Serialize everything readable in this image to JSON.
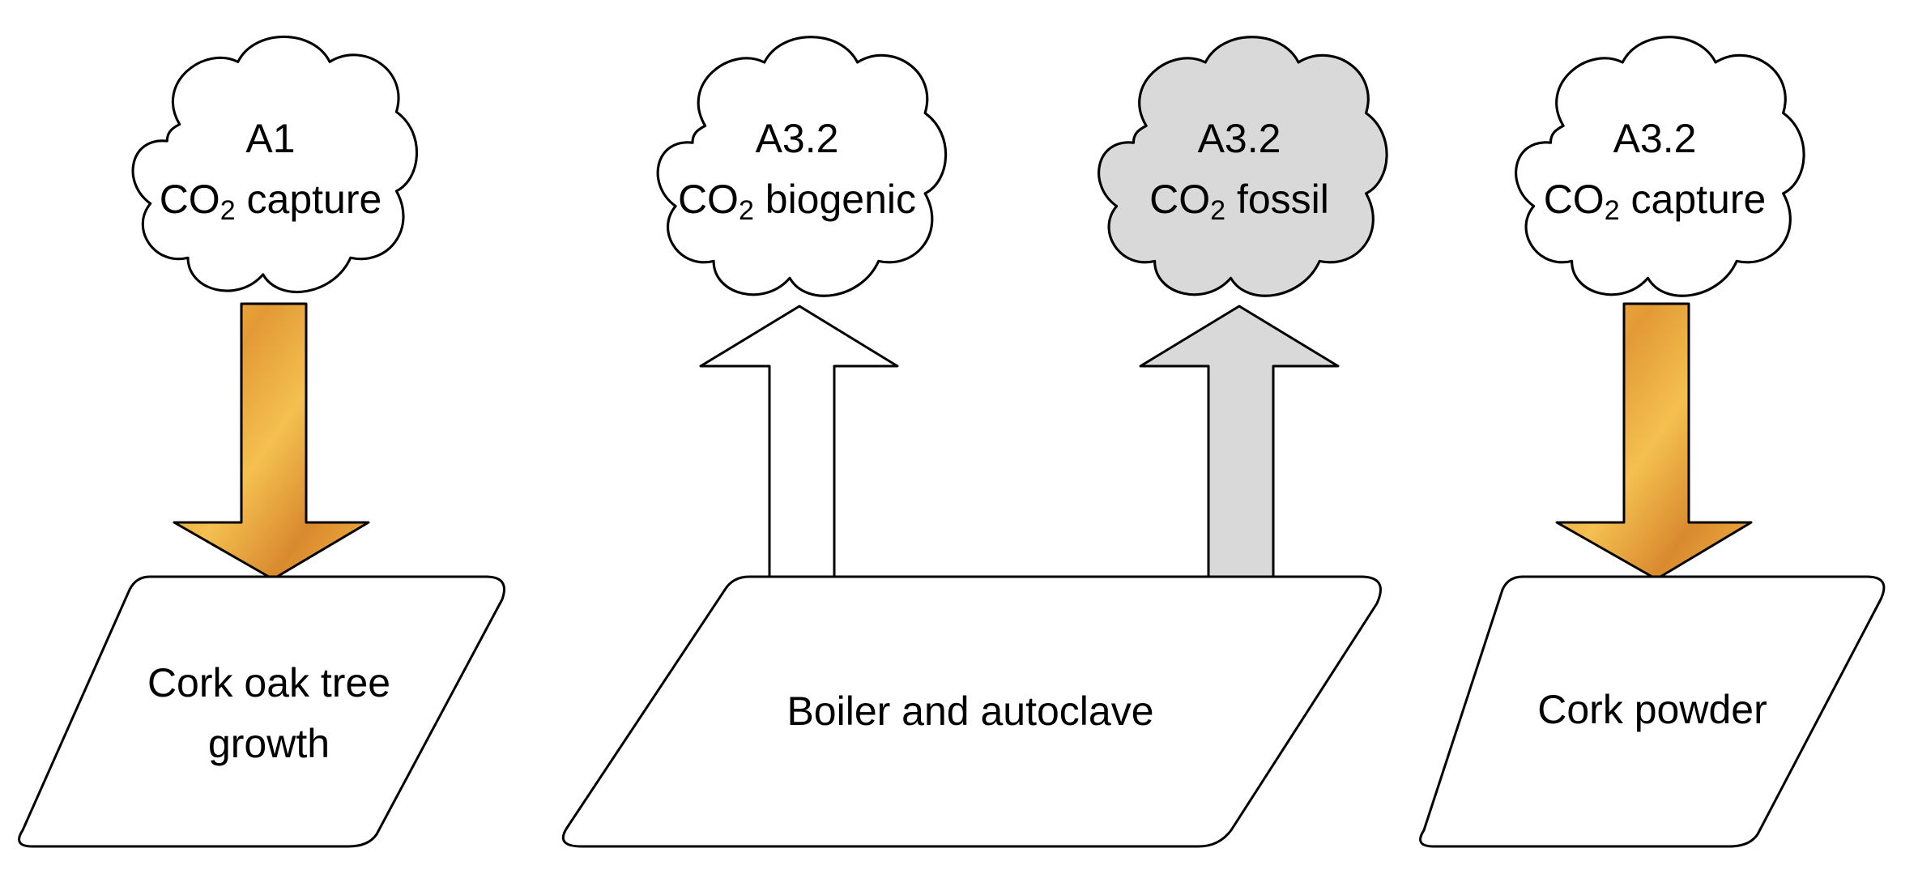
{
  "clouds": [
    {
      "code": "A1",
      "co": "CO",
      "sub": "2",
      "rest": " capture",
      "fill": "#ffffff"
    },
    {
      "code": "A3.2",
      "co": "CO",
      "sub": "2",
      "rest": " biogenic",
      "fill": "#ffffff"
    },
    {
      "code": "A3.2",
      "co": "CO",
      "sub": "2",
      "rest": " fossil",
      "fill": "#d9d9d9"
    },
    {
      "code": "A3.2",
      "co": "CO",
      "sub": "2",
      "rest": " capture",
      "fill": "#ffffff"
    }
  ],
  "processes": [
    {
      "line1": "Cork oak tree",
      "line2": "growth"
    },
    {
      "line1": "Boiler and autoclave"
    },
    {
      "line1": "Cork powder"
    }
  ],
  "arrows": [
    {
      "direction": "down",
      "fill": "capture-gradient"
    },
    {
      "direction": "up",
      "fill": "#ffffff"
    },
    {
      "direction": "up",
      "fill": "#d9d9d9"
    },
    {
      "direction": "down",
      "fill": "capture-gradient"
    }
  ],
  "colors": {
    "capture_gradient": [
      "#f7b733",
      "#e8a23a",
      "#d98a30",
      "#f2c45a"
    ],
    "fossil_grey": "#d9d9d9",
    "outline": "#000000"
  }
}
